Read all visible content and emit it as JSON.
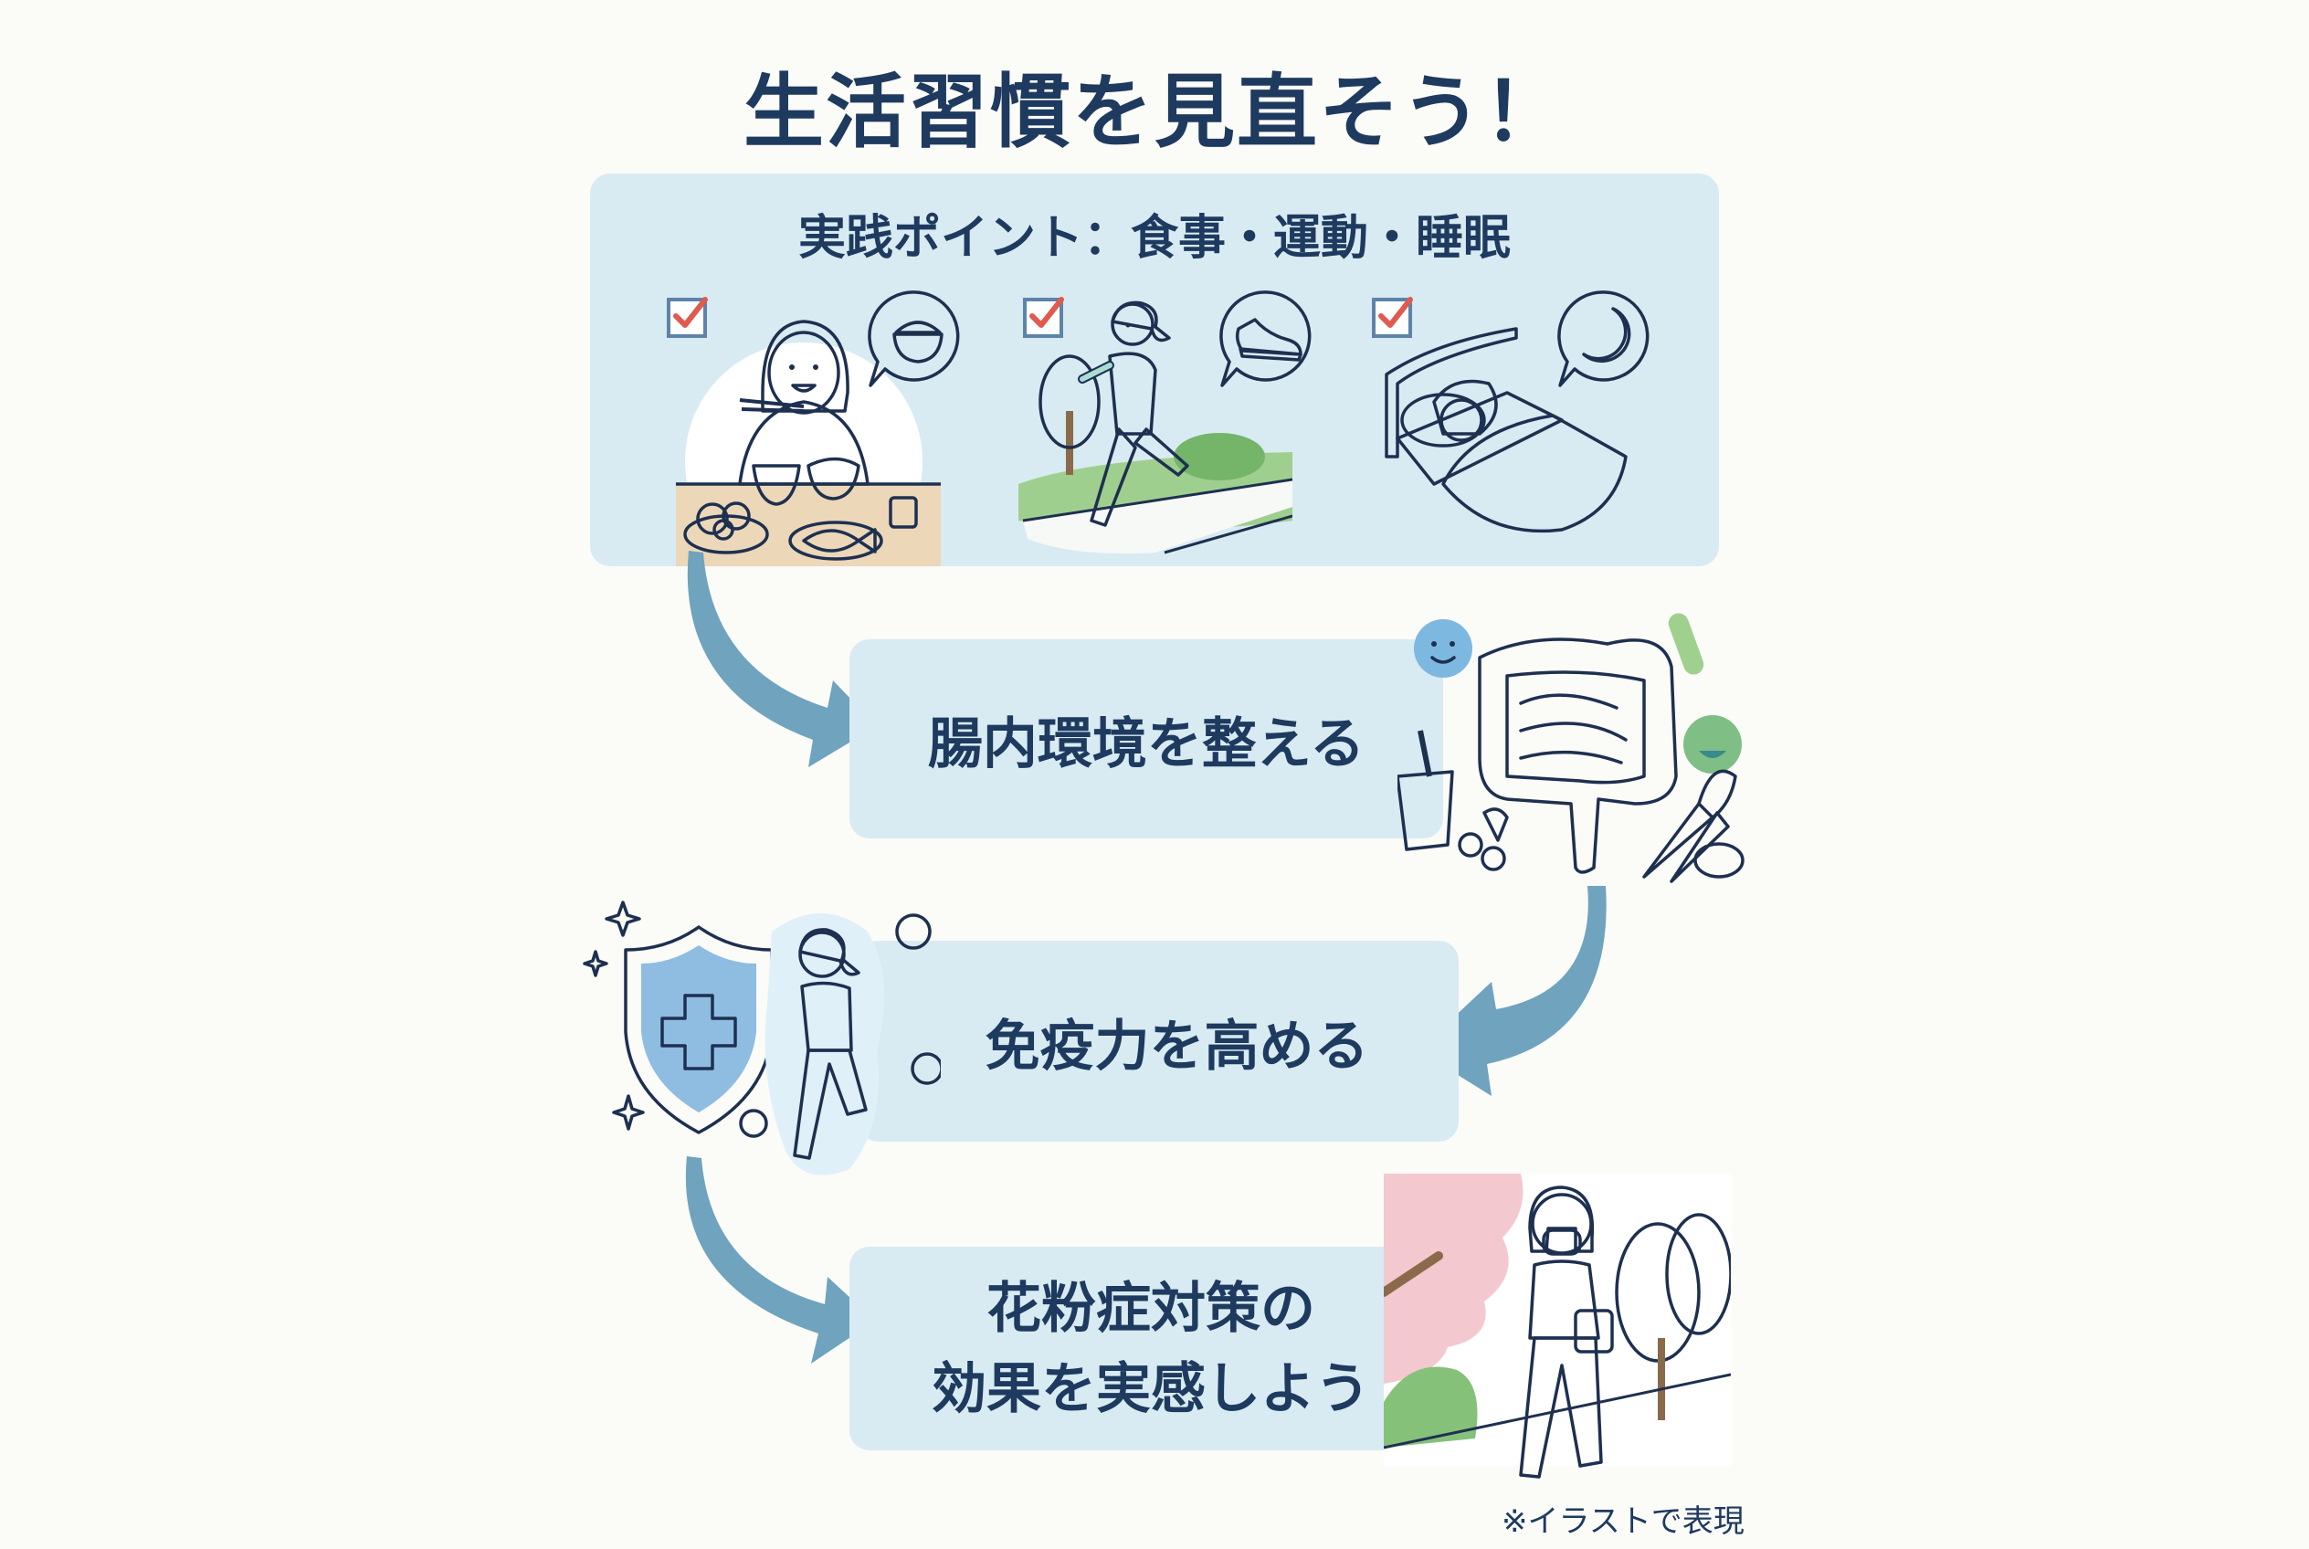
{
  "title": "生活習慣を見直そう！",
  "practice_panel": {
    "heading": "実践ポイント：食事・運動・睡眠",
    "items": [
      {
        "name": "食事",
        "checked": true,
        "bubble_icon": "rice-bowl-icon",
        "scene": "woman-eating-japanese-meal"
      },
      {
        "name": "運動",
        "checked": true,
        "bubble_icon": "sneaker-icon",
        "scene": "woman-jogging-in-park"
      },
      {
        "name": "睡眠",
        "checked": true,
        "bubble_icon": "crescent-moon-icon",
        "scene": "woman-sleeping-in-bed"
      }
    ]
  },
  "flow_steps": [
    {
      "label": "腸内環境を整える",
      "illustration": "gut-flora-and-fermented-foods"
    },
    {
      "label": "免疫力を高める",
      "illustration": "shield-and-runner"
    },
    {
      "lines": [
        "花粉症対策の",
        "効果を実感しよう"
      ],
      "illustration": "masked-woman-walking-among-cherry-blossoms"
    }
  ],
  "footnote": "※イラストで表現",
  "colors": {
    "title_text": "#1e3a5f",
    "panel_bg": "#d8ebf2",
    "arrow": "#6fa3be",
    "check_mark": "#e05a50",
    "check_frame": "#5d83a8",
    "background": "#fbfbf8"
  }
}
